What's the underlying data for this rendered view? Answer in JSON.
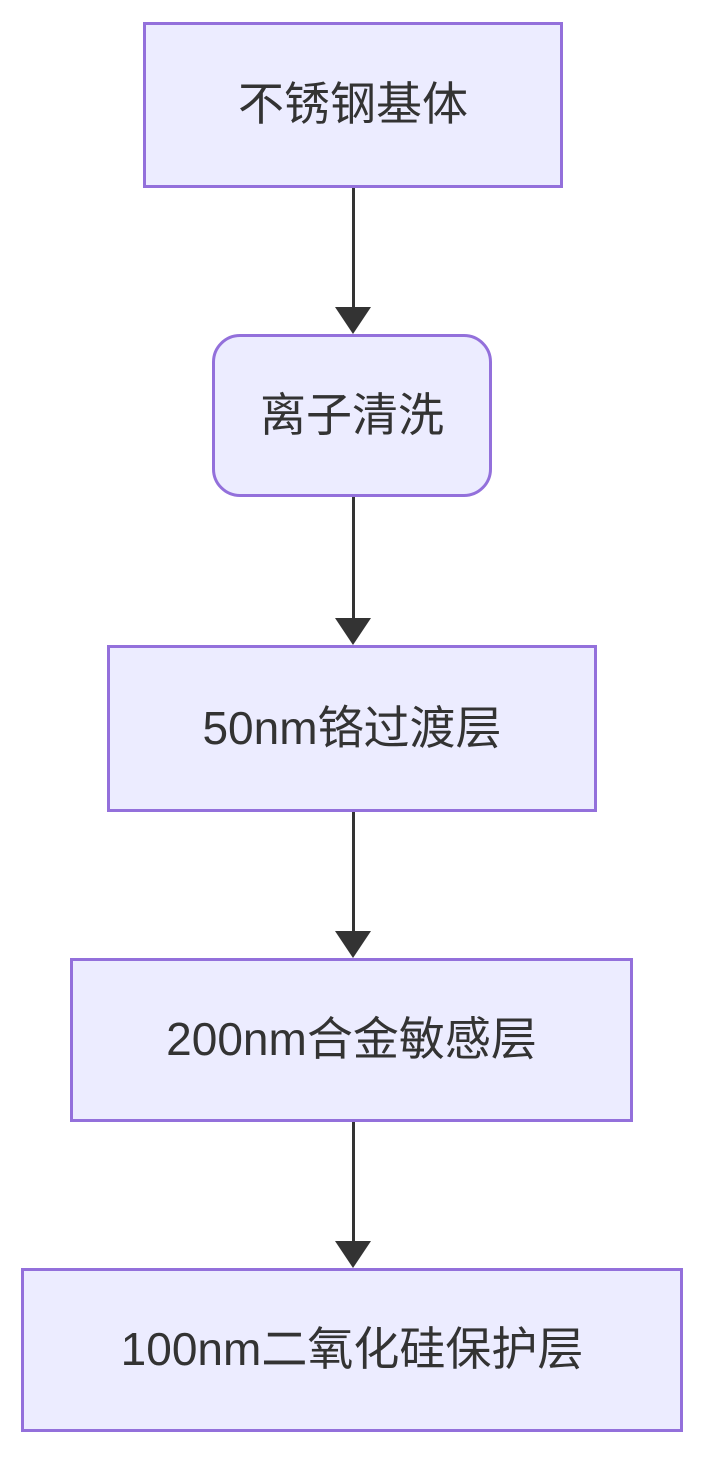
{
  "diagram": {
    "type": "flowchart",
    "direction": "top-down",
    "nodes": [
      {
        "id": "step-1",
        "label": "不锈钢基体",
        "shape": "rectangle"
      },
      {
        "id": "step-2",
        "label": "离子清洗",
        "shape": "rounded-rectangle"
      },
      {
        "id": "step-3",
        "label": "50nm铬过渡层",
        "shape": "rectangle"
      },
      {
        "id": "step-4",
        "label": "200nm合金敏感层",
        "shape": "rectangle"
      },
      {
        "id": "step-5",
        "label": "100nm二氧化硅保护层",
        "shape": "rectangle"
      }
    ],
    "edges": [
      {
        "from": "step-1",
        "to": "step-2",
        "style": "arrow-down"
      },
      {
        "from": "step-2",
        "to": "step-3",
        "style": "arrow-down"
      },
      {
        "from": "step-3",
        "to": "step-4",
        "style": "arrow-down"
      },
      {
        "from": "step-4",
        "to": "step-5",
        "style": "arrow-down"
      }
    ],
    "colors": {
      "background": "#ffffff",
      "node_fill": "#ECECFF",
      "node_border": "#9370DB",
      "arrow": "#333333",
      "text": "#333333"
    }
  }
}
